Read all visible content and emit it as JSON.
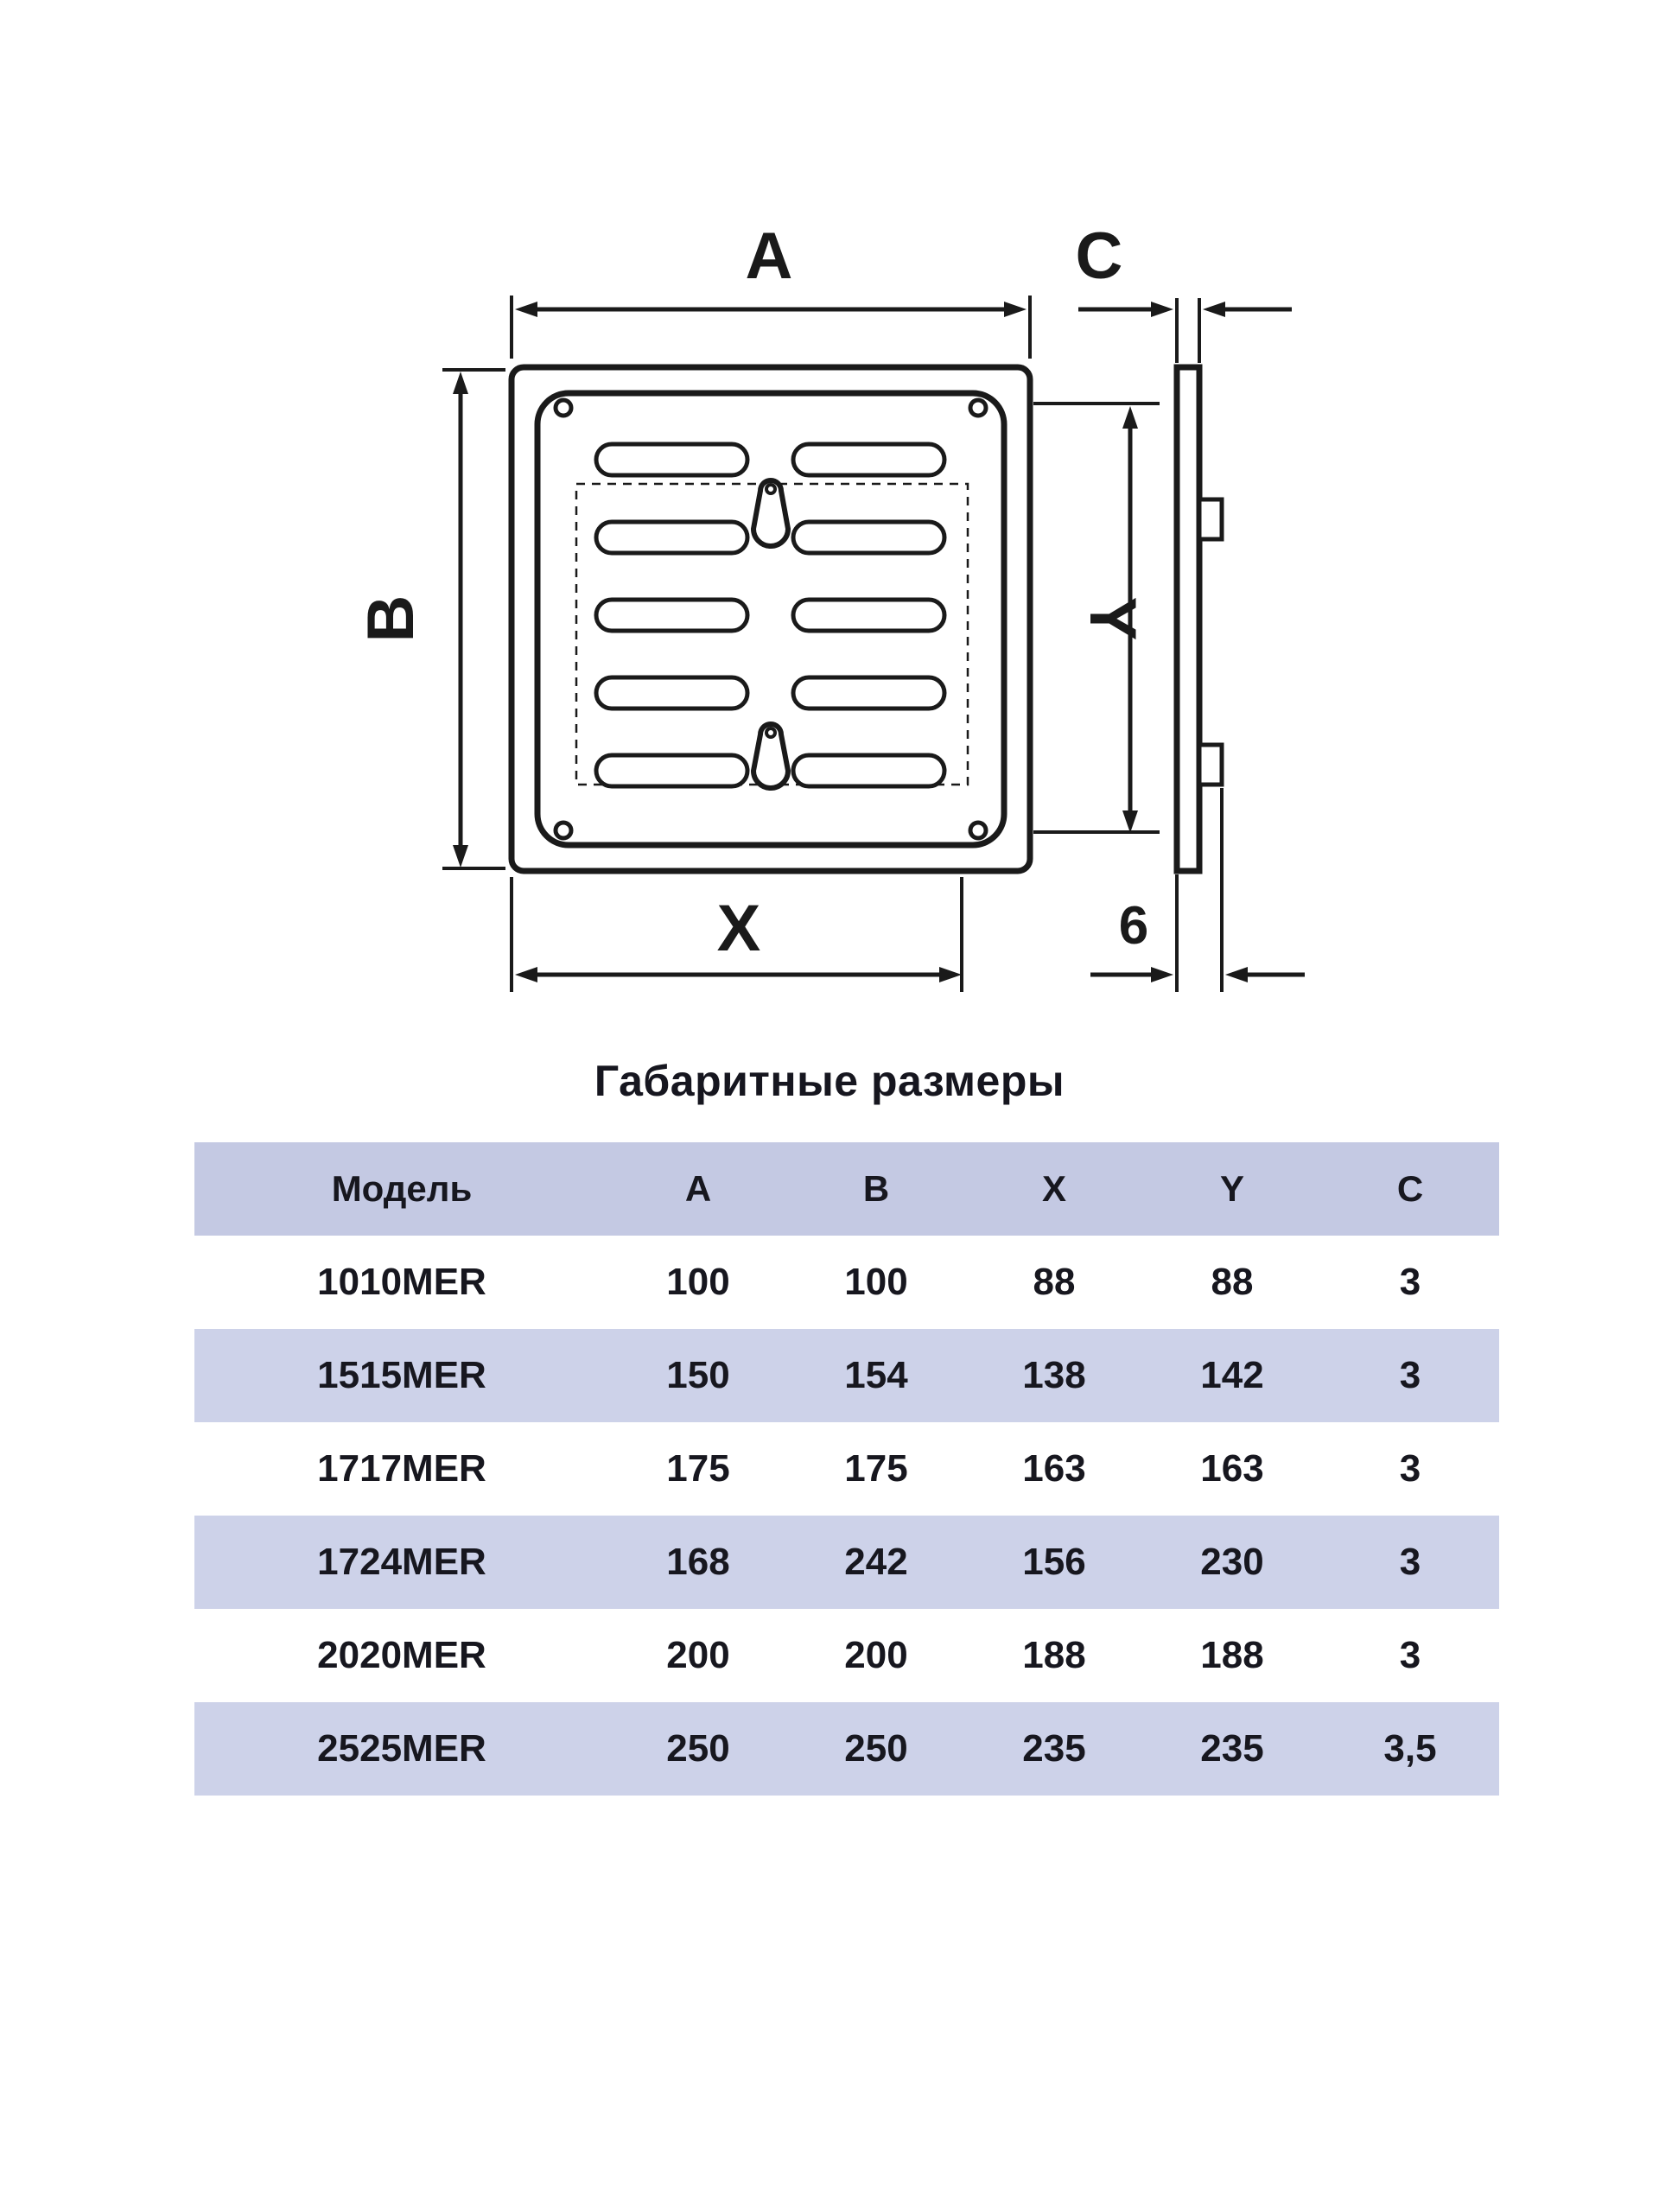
{
  "title": "Габаритные размеры",
  "diagram": {
    "labels": {
      "a": "A",
      "b": "B",
      "c": "C",
      "x": "X",
      "y": "Y",
      "depth": "6"
    }
  },
  "table": {
    "headers": [
      "Модель",
      "A",
      "B",
      "X",
      "Y",
      "C"
    ],
    "rows": [
      [
        "1010MER",
        "100",
        "100",
        "88",
        "88",
        "3"
      ],
      [
        "1515MER",
        "150",
        "154",
        "138",
        "142",
        "3"
      ],
      [
        "1717MER",
        "175",
        "175",
        "163",
        "163",
        "3"
      ],
      [
        "1724MER",
        "168",
        "242",
        "156",
        "230",
        "3"
      ],
      [
        "2020MER",
        "200",
        "200",
        "188",
        "188",
        "3"
      ],
      [
        "2525MER",
        "250",
        "250",
        "235",
        "235",
        "3,5"
      ]
    ]
  },
  "colors": {
    "line": "#1a1a1a",
    "table_header_bg": "#c4c9e3",
    "table_stripe_bg": "#cdd2e9",
    "text": "#17171f"
  }
}
